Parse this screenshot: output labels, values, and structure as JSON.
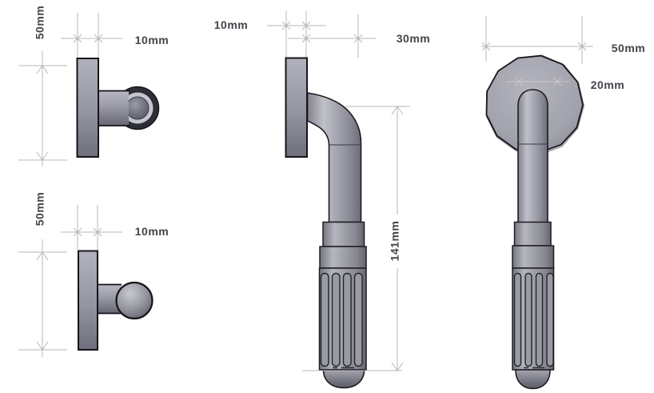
{
  "drawing": {
    "views": {
      "side_stub": {
        "height_label": "50mm",
        "thickness_label": "10mm"
      },
      "side_knob": {
        "height_label": "50mm",
        "thickness_label": "10mm"
      },
      "side_handle": {
        "thickness_label": "10mm",
        "projection_label": "30mm",
        "length_label": "141mm"
      },
      "front_handle": {
        "diameter_label": "50mm",
        "tube_label": "20mm"
      }
    },
    "colors": {
      "background": "#ffffff",
      "dimension_line": "#b7b7b7",
      "dimension_line_faint": "#c6c6c9",
      "label_text": "#45454d",
      "model_outline": "#1c1c22",
      "body_light": "#c0c0c8",
      "body_dark": "#686876"
    }
  }
}
